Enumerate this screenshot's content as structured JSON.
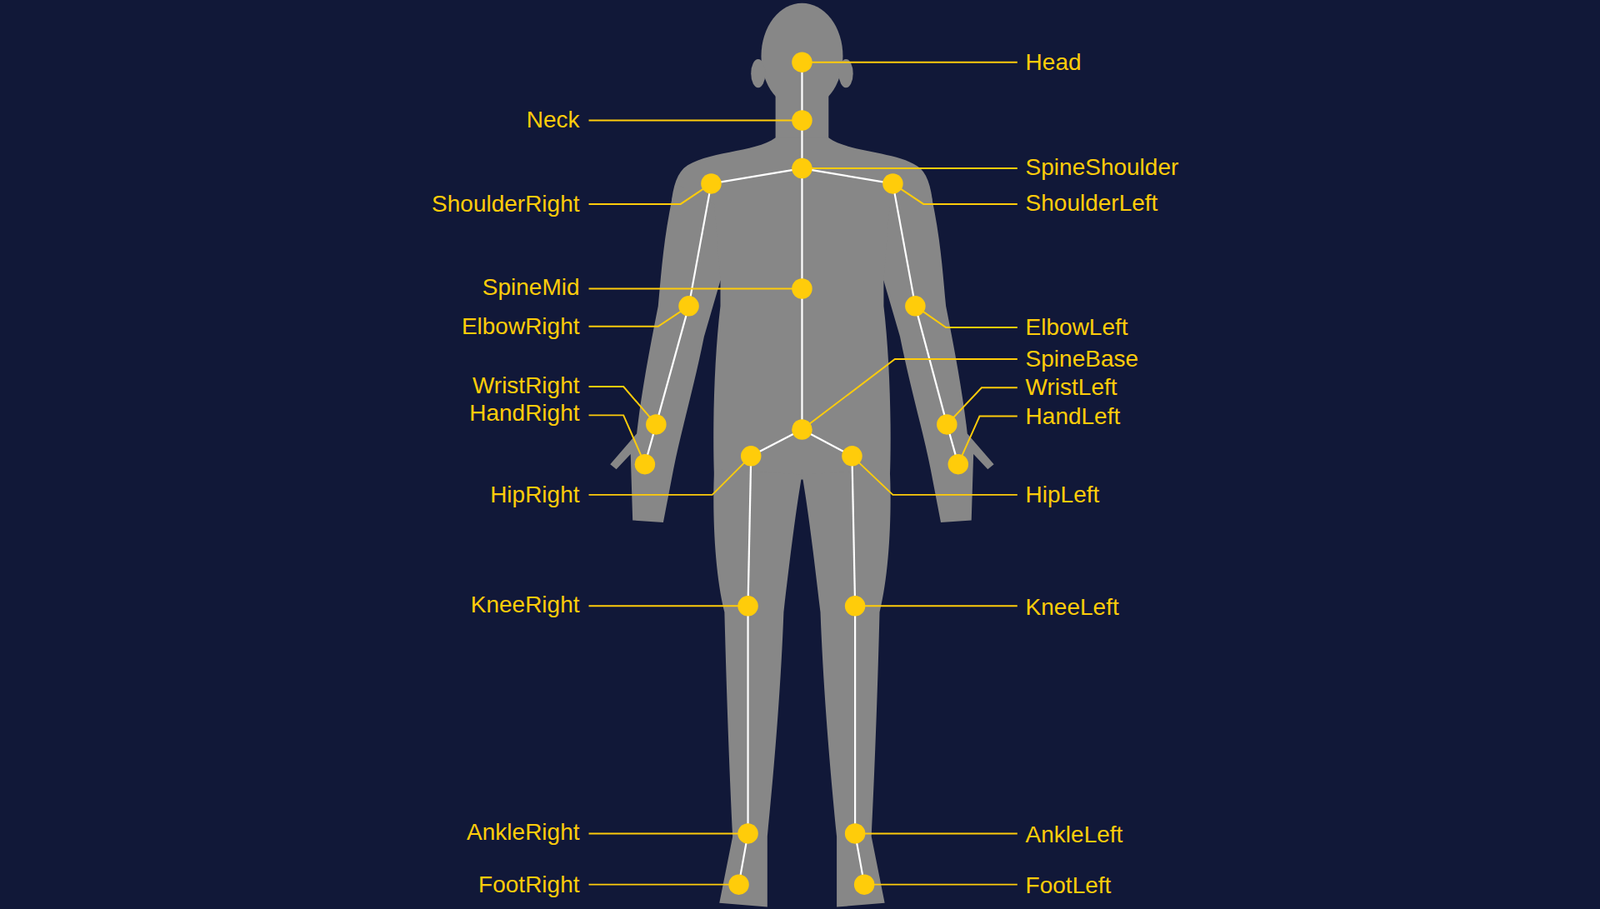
{
  "diagram": {
    "labels": [
      "Head",
      "Neck",
      "SpineShoulder",
      "ShoulderRight",
      "ShoulderLeft",
      "SpineMid",
      "ElbowRight",
      "ElbowLeft",
      "SpineBase",
      "WristRight",
      "WristLeft",
      "HandRight",
      "HandLeft",
      "HipRight",
      "HipLeft",
      "KneeRight",
      "KneeLeft",
      "AnkleRight",
      "AnkleLeft",
      "FootRight",
      "FootLeft"
    ]
  }
}
